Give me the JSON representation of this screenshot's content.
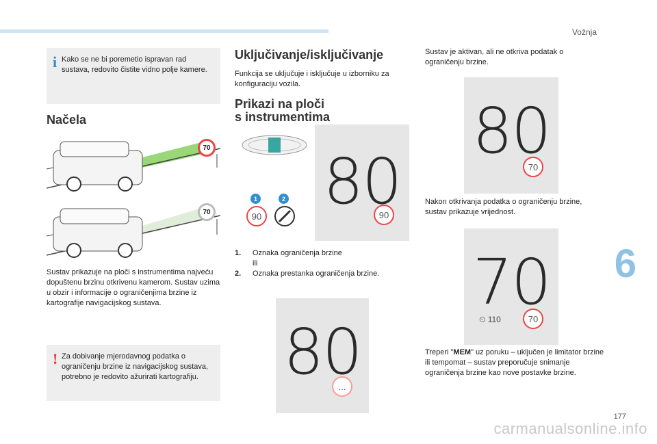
{
  "header": {
    "section": "Vožnja"
  },
  "chapter": "6",
  "page_number": "177",
  "watermark": "carmanualsonline.info",
  "info_box": {
    "text": "Kako se ne bi poremetio ispravan rad sustava, redovito čistite vidno polje kamere."
  },
  "principles": {
    "title": "Načela",
    "sign_top": "70",
    "sign_bottom": "70",
    "text": "Sustav prikazuje na ploči s instrumentima najveću dopuštenu brzinu otkrivenu kamerom. Sustav uzima u obzir i informacije o ograničenjima brzine iz kartografije navigacijskog sustava."
  },
  "warning_box": {
    "text": "Za dobivanje mjerodavnog podatka o ograničenju brzine iz navigacijskog sustava, potrebno je redovito ažurirati kartografiju."
  },
  "onoff": {
    "title": "Uključivanje/isključivanje",
    "text": "Funkcija se uključuje i isključuje u izborniku za konfiguraciju vozila."
  },
  "displays": {
    "title_line1": "Prikazi na ploči",
    "title_line2": "s instrumentima",
    "marker1": "1",
    "marker2": "2",
    "sign_90": "90",
    "panel_speed": "80",
    "panel_sign": "90"
  },
  "legend": [
    {
      "num": "1.",
      "text": "Oznaka ograničenja brzine",
      "sub": "ili"
    },
    {
      "num": "2.",
      "text": "Oznaka prestanka ograničenja brzine."
    }
  ],
  "panel_bottom": {
    "speed": "80",
    "sign": "..."
  },
  "right_col": {
    "text1": "Sustav je aktivan, ali ne otkriva podatak o ograničenju brzine.",
    "panel1_speed": "80",
    "panel1_sign": "70",
    "text2": "Nakon otkrivanja podatka o ograničenju brzine, sustav prikazuje vrijednost.",
    "panel2_speed": "70",
    "panel2_sign": "70",
    "panel2_set": "110",
    "text3_pre": "Treperi \"",
    "text3_bold": "MEM",
    "text3_post": "\" uz poruku – uključen je limitator brzine ili tempomat – sustav preporučuje snimanje ograničenja brzine kao nove postavke brzine."
  }
}
